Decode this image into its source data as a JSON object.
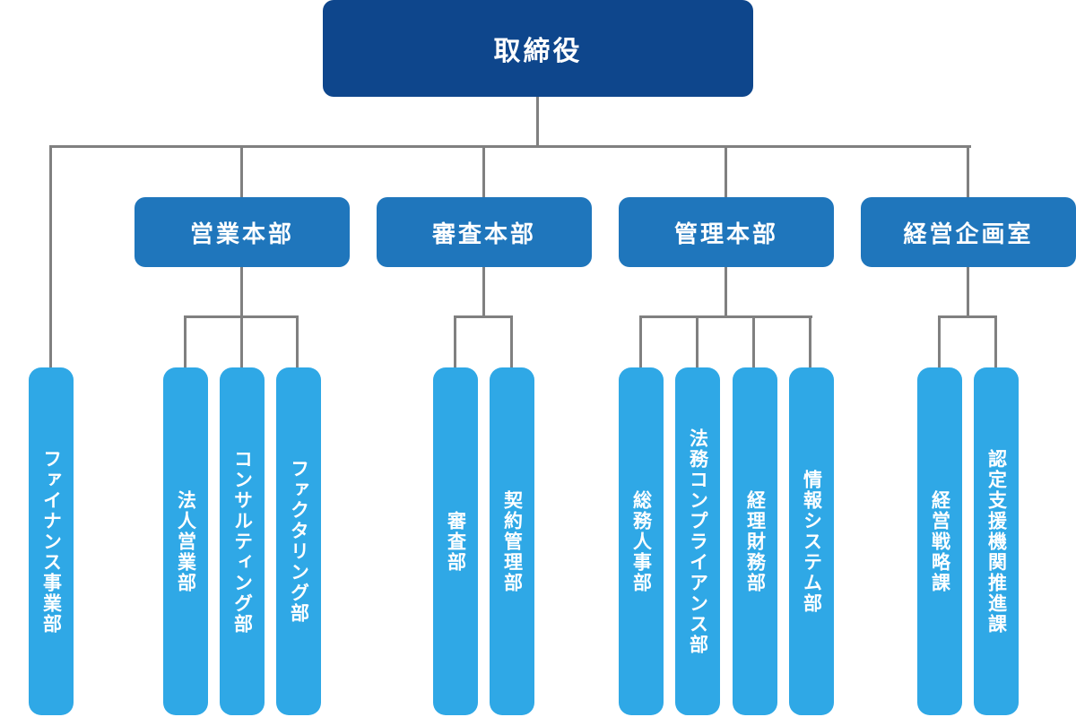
{
  "chart_title": "Organization Chart",
  "root": {
    "label": "取締役"
  },
  "divisions": [
    {
      "label": "営業本部"
    },
    {
      "label": "審査本部"
    },
    {
      "label": "管理本部"
    },
    {
      "label": "経営企画室"
    }
  ],
  "direct_unit": {
    "label": "ファイナンス事業部"
  },
  "departments": {
    "sales": [
      "法人営業部",
      "コンサルティング部",
      "ファクタリング部"
    ],
    "review": [
      "審査部",
      "契約管理部"
    ],
    "admin": [
      "総務人事部",
      "法務コンプライアンス部",
      "経理財務部",
      "情報システム部"
    ],
    "planning": [
      "経営戦略課",
      "認定支援機関推進課"
    ]
  },
  "colors": {
    "root": "#0E468C",
    "division": "#1F76BC",
    "department": "#2FA8E6",
    "connector": "#808080"
  }
}
